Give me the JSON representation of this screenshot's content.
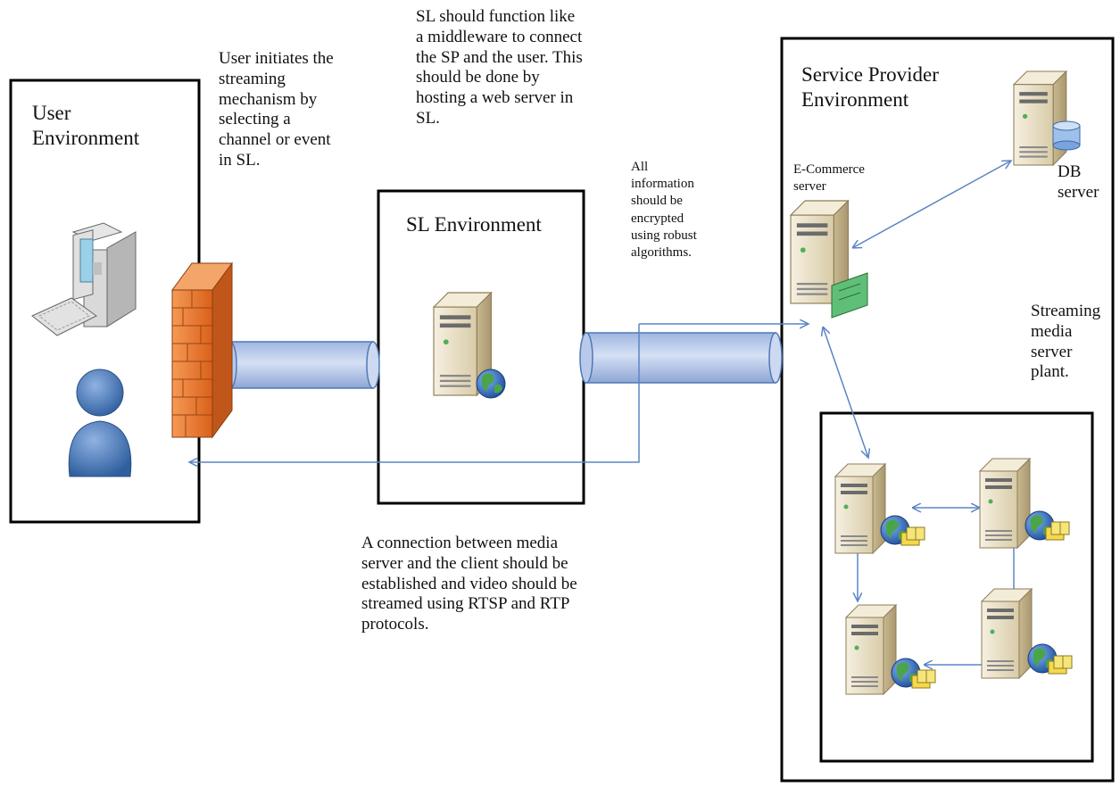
{
  "environments": {
    "user": {
      "title": "User\nEnvironment"
    },
    "sl": {
      "title": "SL Environment"
    },
    "service_provider": {
      "title": "Service Provider\nEnvironment"
    }
  },
  "notes": {
    "user_initiates": "User initiates the\nstreaming\nmechanism by\nselecting a\nchannel or event\nin SL.",
    "sl_middleware": "SL should function like\na middleware to connect\nthe SP and the user. This\nshould be done by\nhosting a web server in\nSL.",
    "encryption": "All\ninformation\nshould be\nencrypted\nusing robust\nalgorithms.",
    "connection": "A connection between media\nserver and the client should be\nestablished and video should be\nstreamed using RTSP and RTP\nprotocols."
  },
  "servers": {
    "ecommerce": "E-Commerce\nserver",
    "db": "DB\nserver",
    "streaming_plant": "Streaming\nmedia\nserver\nplant."
  },
  "colors": {
    "box_border": "#000000",
    "arrow": "#5b85c4",
    "pipe": "#b9c9ea",
    "pipe_border": "#4f79b8",
    "firewall": "#e8742c",
    "person": "#5a88c8",
    "server_body": "#e7ddc4"
  },
  "icons": [
    "computer-icon",
    "person-icon",
    "firewall-icon",
    "server-icon",
    "globe-icon",
    "database-icon",
    "network-card-icon",
    "media-stack-icon"
  ]
}
